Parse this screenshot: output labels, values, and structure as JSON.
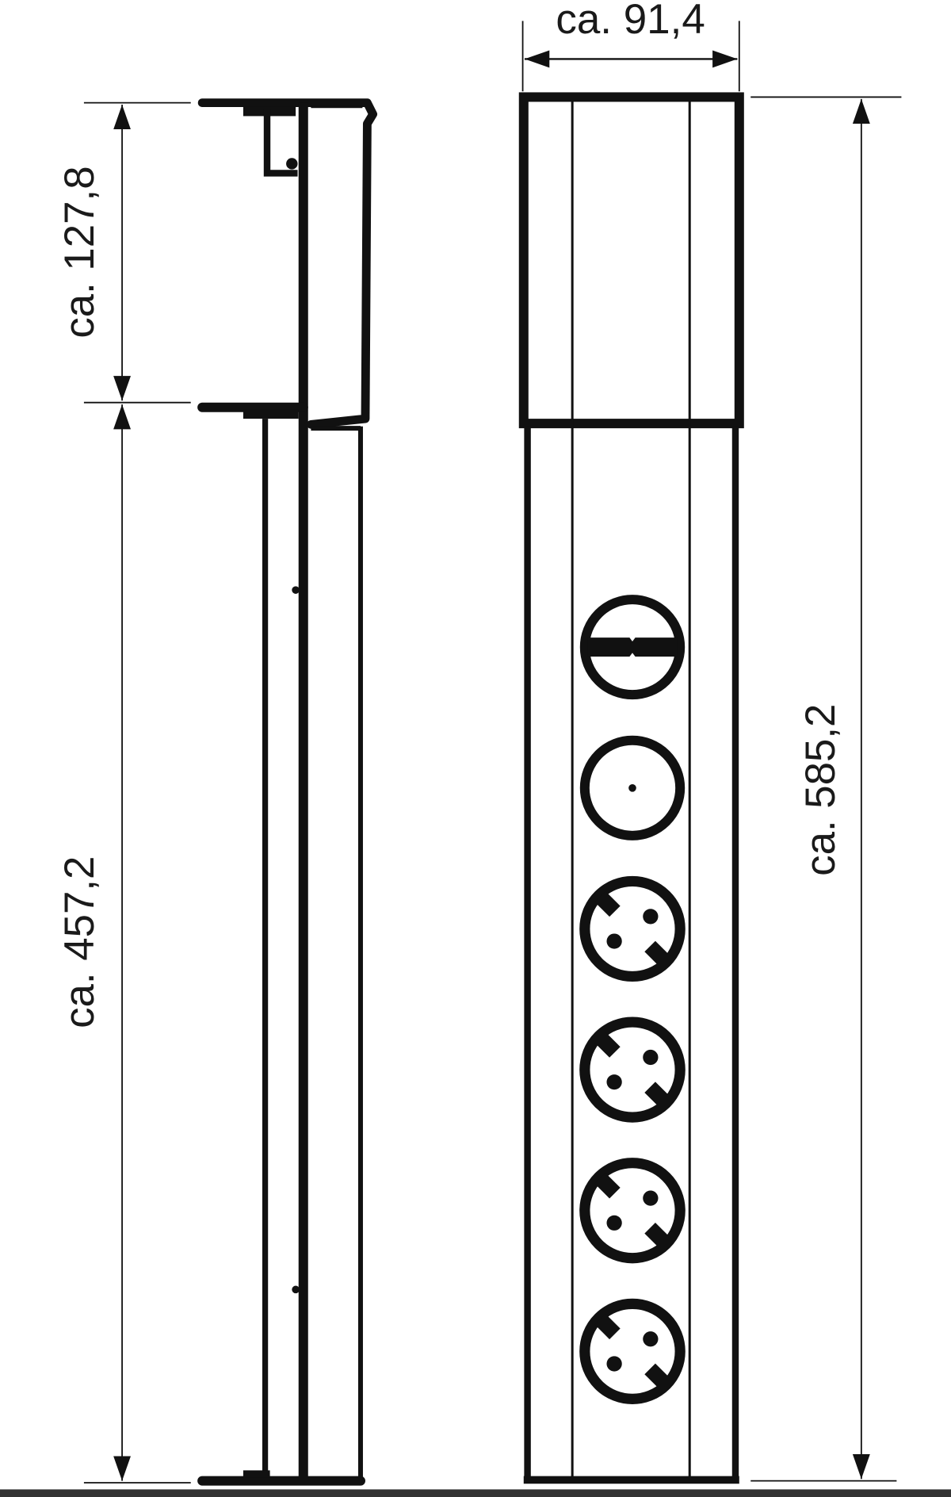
{
  "drawing": {
    "dimensions": {
      "cap_height": "ca. 127,8",
      "body_height": "ca. 457,2",
      "width": "ca. 91,4",
      "total_height": "ca. 585,2"
    },
    "sockets": [
      {
        "type": "tv-antenna-socket-icon"
      },
      {
        "type": "coax-sat-socket-icon"
      },
      {
        "type": "schuko-socket-icon"
      },
      {
        "type": "schuko-socket-icon"
      },
      {
        "type": "schuko-socket-icon"
      },
      {
        "type": "schuko-socket-icon"
      }
    ],
    "colors": {
      "line": "#111111",
      "bottom_bar": "#333333"
    }
  }
}
